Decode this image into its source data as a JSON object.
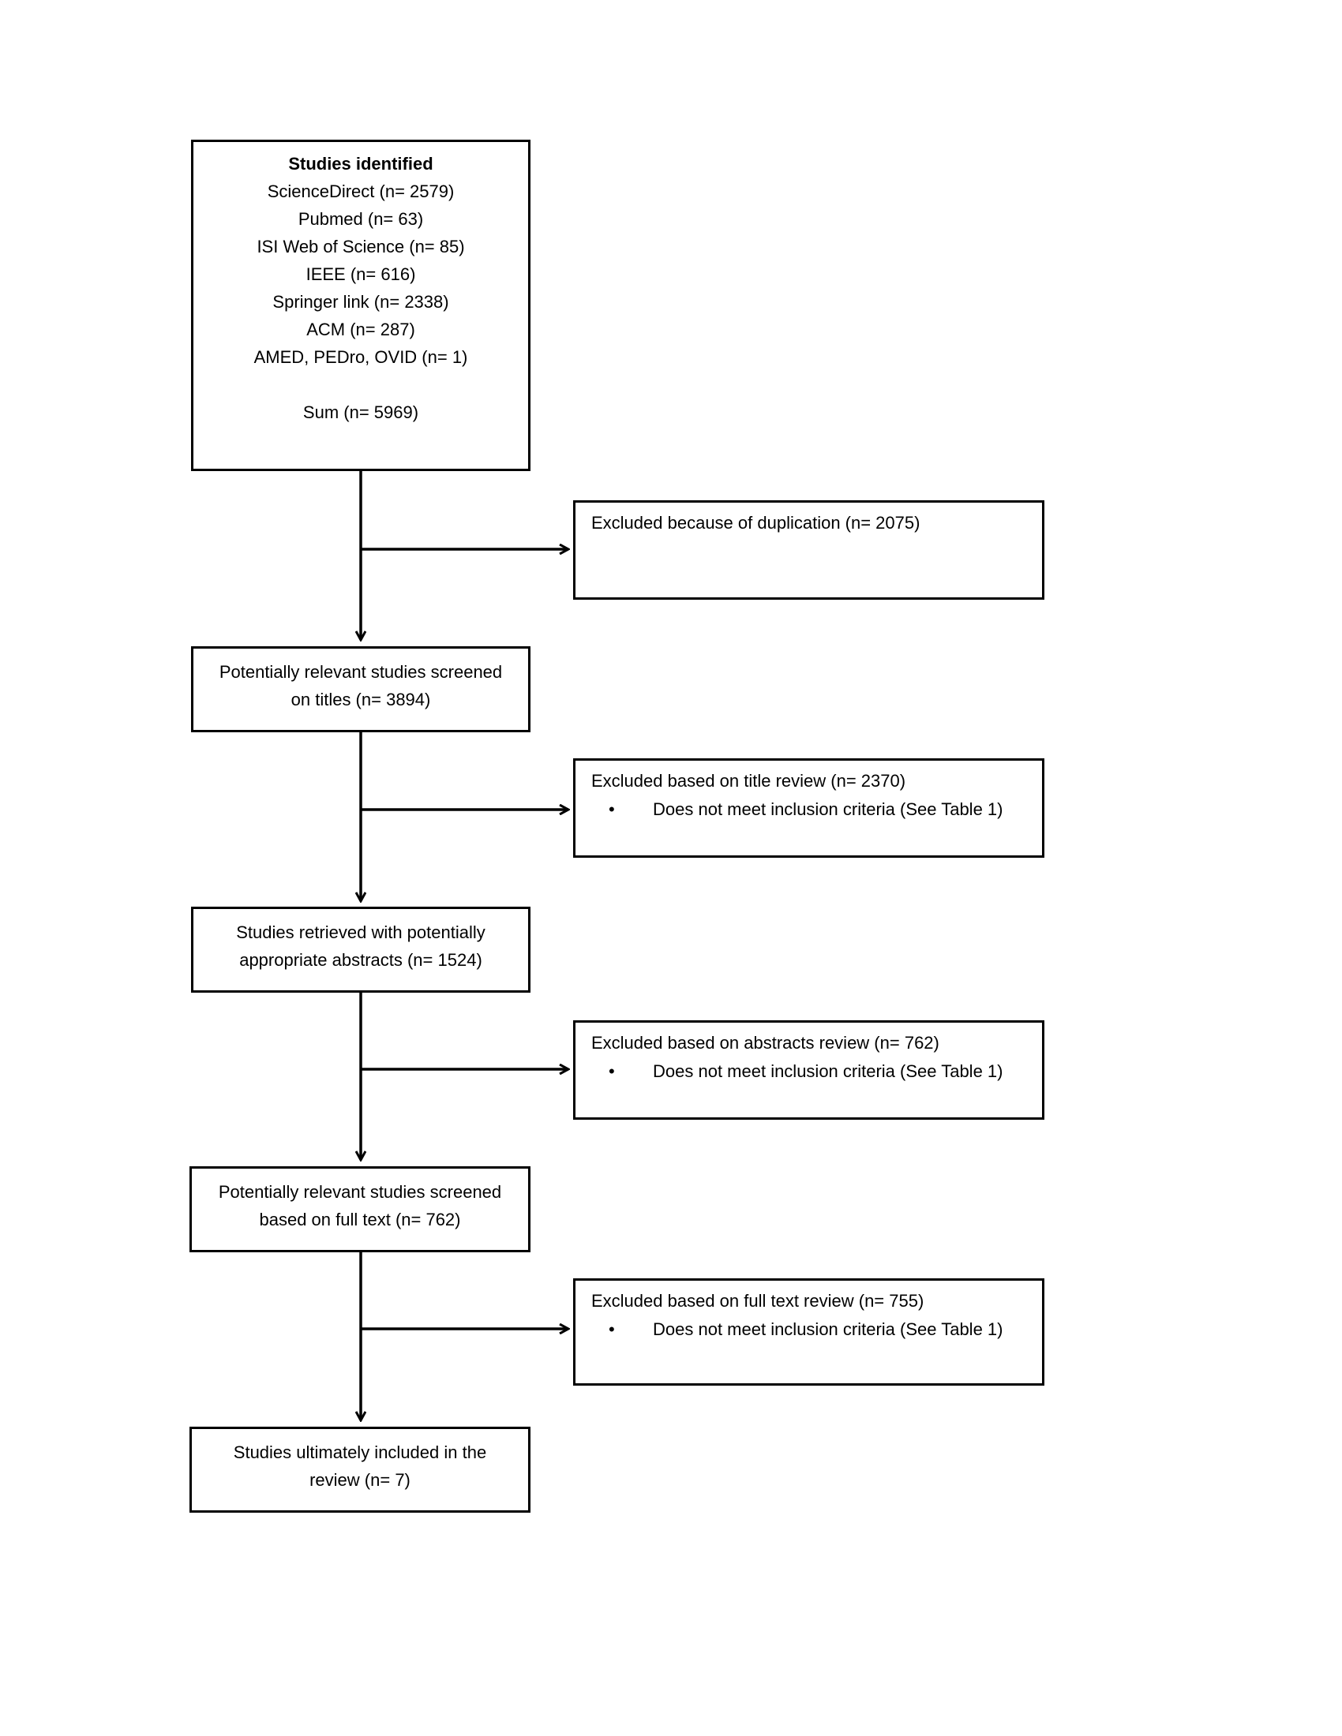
{
  "main_flow": {
    "identified": {
      "title": "Studies identified",
      "sources": [
        "ScienceDirect (n= 2579)",
        "Pubmed (n= 63)",
        "ISI Web of Science (n= 85)",
        "IEEE (n= 616)",
        "Springer link (n= 2338)",
        "ACM (n= 287)",
        "AMED, PEDro, OVID (n= 1)"
      ],
      "sum": "Sum (n= 5969)"
    },
    "screened_titles": [
      "Potentially relevant studies screened",
      "on titles (n= 3894)"
    ],
    "retrieved_abstracts": [
      "Studies retrieved with potentially",
      "appropriate abstracts (n= 1524)"
    ],
    "screened_full_text": [
      "Potentially relevant studies screened",
      "based on full text (n= 762)"
    ],
    "included": [
      "Studies ultimately included in the",
      "review (n= 7)"
    ]
  },
  "exclusions": {
    "duplication": {
      "title": "Excluded because of duplication (n= 2075)"
    },
    "title_review": {
      "title": "Excluded based on title review (n= 2370)",
      "bullet": "Does not meet inclusion criteria (See Table 1)"
    },
    "abstract_review": {
      "title": "Excluded based on abstracts review (n= 762)",
      "bullet": "Does not meet inclusion criteria (See Table 1)"
    },
    "full_text_review": {
      "title": "Excluded based on full text review (n= 755)",
      "bullet": "Does not meet inclusion criteria (See Table 1)"
    }
  },
  "bullet_symbol": "•"
}
